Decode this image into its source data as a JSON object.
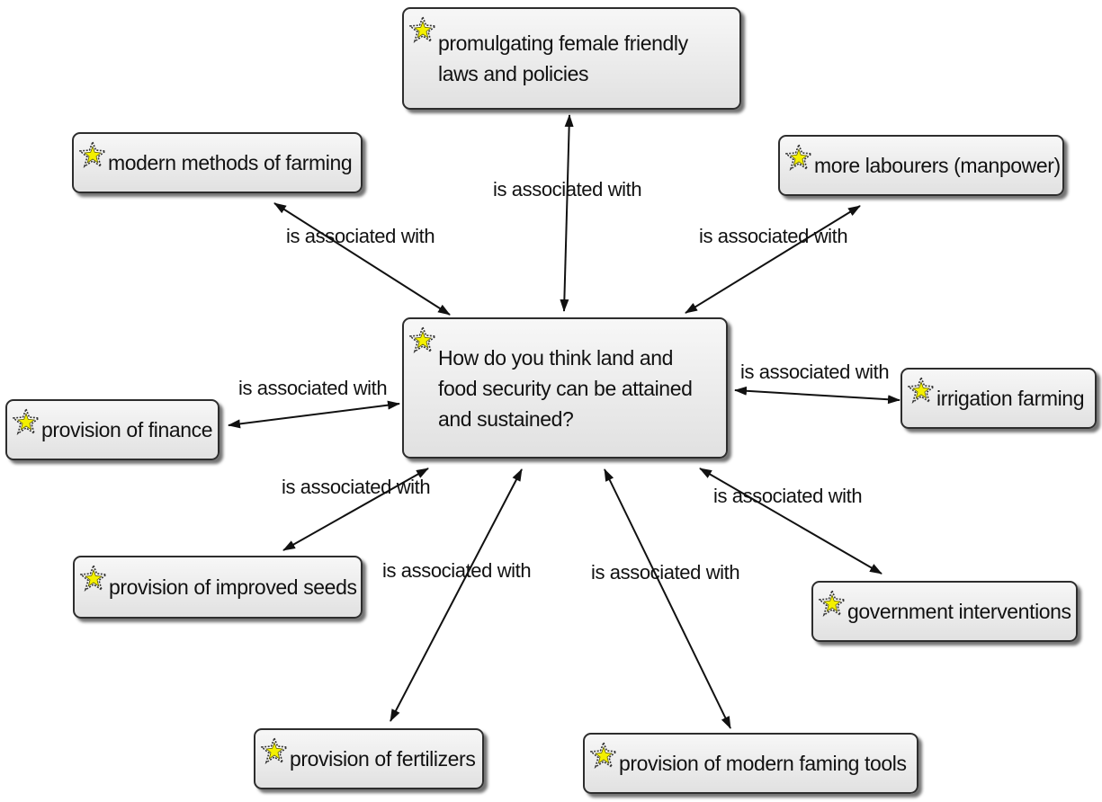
{
  "center": {
    "label": "How do you think land and food security can be attained and sustained?",
    "icon": "code-star-icon"
  },
  "codes": [
    {
      "id": "female-laws",
      "label": "promulgating female friendly laws and policies",
      "icon": "code-star-icon"
    },
    {
      "id": "modern-methods",
      "label": "modern methods of farming",
      "icon": "code-star-icon"
    },
    {
      "id": "labourers",
      "label": "more labourers (manpower)",
      "icon": "code-star-icon"
    },
    {
      "id": "finance",
      "label": "provision of finance",
      "icon": "code-star-icon"
    },
    {
      "id": "irrigation",
      "label": "irrigation farming",
      "icon": "code-star-icon"
    },
    {
      "id": "seeds",
      "label": "provision of improved seeds",
      "icon": "code-star-icon"
    },
    {
      "id": "government",
      "label": "government interventions",
      "icon": "code-star-icon"
    },
    {
      "id": "fertilizers",
      "label": "provision of fertilizers",
      "icon": "code-star-icon"
    },
    {
      "id": "tools",
      "label": "provision of modern faming tools",
      "icon": "code-star-icon"
    }
  ],
  "relations": [
    {
      "target": "female-laws",
      "label": "is associated with"
    },
    {
      "target": "modern-methods",
      "label": "is associated with"
    },
    {
      "target": "labourers",
      "label": "is associated with"
    },
    {
      "target": "finance",
      "label": "is associated with"
    },
    {
      "target": "irrigation",
      "label": "is associated with"
    },
    {
      "target": "seeds",
      "label": "is associated with"
    },
    {
      "target": "government",
      "label": "is associated with"
    },
    {
      "target": "fertilizers",
      "label": "is associated with"
    },
    {
      "target": "tools",
      "label": "is associated with"
    }
  ],
  "colors": {
    "icon_fill": "#f4f000",
    "icon_stroke": "#5a5a00",
    "edge": "#111111"
  }
}
